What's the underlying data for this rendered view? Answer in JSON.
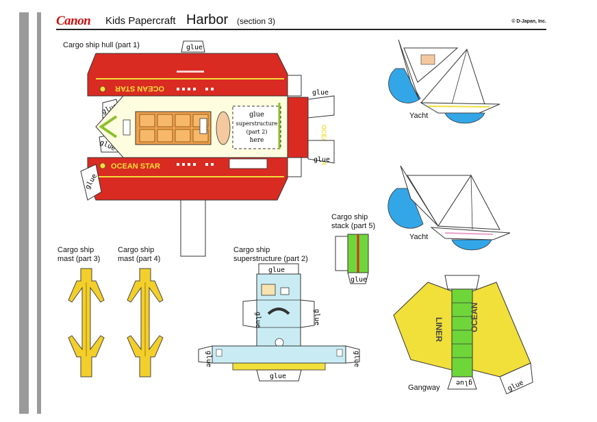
{
  "header": {
    "brand": "Canon",
    "series": "Kids Papercraft",
    "title": "Harbor",
    "section": "(section 3)",
    "copyright": "© D-Japan, Inc."
  },
  "parts": {
    "hull": "Cargo ship hull (part 1)",
    "mast3_line1": "Cargo ship",
    "mast3_line2": "mast (part 3)",
    "mast4_line1": "Cargo ship",
    "mast4_line2": "mast (part 4)",
    "super_line1": "Cargo ship",
    "super_line2": "superstructure (part 2)",
    "stack_line1": "Cargo ship",
    "stack_line2": "stack (part 5)",
    "yacht1": "Yacht",
    "yacht2": "Yacht",
    "gangway": "Gangway"
  },
  "hull_text": {
    "glue": "glue",
    "ship_name": "OCEAN STAR",
    "note_line1": "glue",
    "note_line2": "superstructure",
    "note_line3": "(part 2)",
    "note_line4": "here"
  },
  "gangway_text": {
    "liner": "LINER",
    "ocean": "OCEAN"
  },
  "colors": {
    "hull_red": "#d92b22",
    "deck_yellow": "#f1df3a",
    "cargo_orange": "#f0a04b",
    "stack_green": "#6fd63a",
    "super_blue": "#c9ecf4",
    "yacht_blue": "#33a6e8",
    "mast_yellow": "#f2cf2a"
  }
}
